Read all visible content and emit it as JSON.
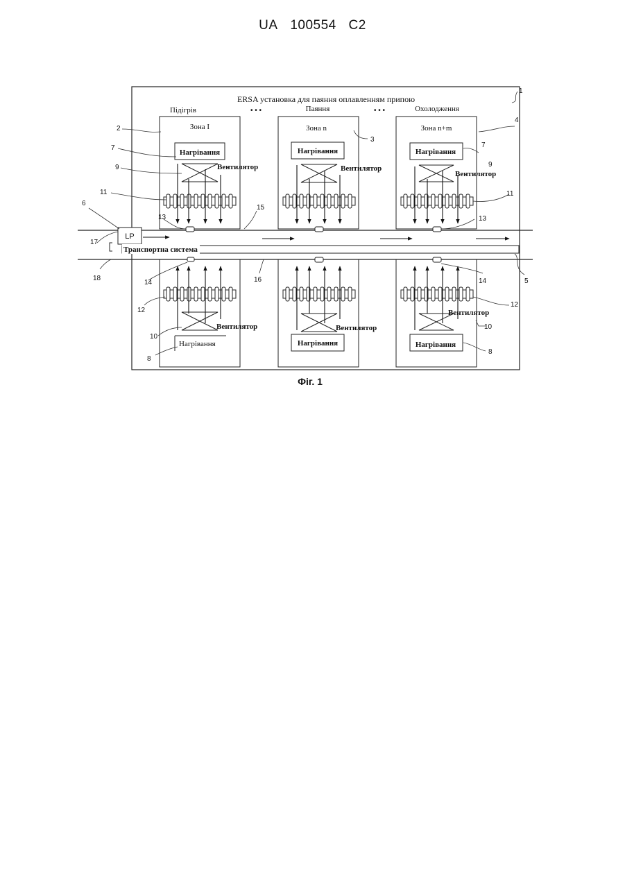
{
  "header": {
    "country": "UA",
    "number": "100554",
    "kind": "C2"
  },
  "figure": {
    "title": "ERSA установка для паяння оплавленням припою",
    "caption": "Фіг. 1",
    "stages": {
      "preheat": "Підігрів",
      "soldering": "Паяння",
      "cooling": "Охолодження"
    },
    "ellipsis": "• • •",
    "zones": {
      "first": "Зона I",
      "middle": "Зона n",
      "last": "Зона n+m"
    },
    "heating_label": "Нагрівання",
    "fan_label": "Вентилятор",
    "lp_label": "LP",
    "transport_label": "Транспортна система",
    "refs": {
      "r1": "1",
      "r2": "2",
      "r3": "3",
      "r4": "4",
      "r5": "5",
      "r6": "6",
      "r7": "7",
      "r8": "8",
      "r9": "9",
      "r10": "10",
      "r11": "11",
      "r12": "12",
      "r13": "13",
      "r14": "14",
      "r15": "15",
      "r16": "16",
      "r17": "17",
      "r18": "18"
    }
  }
}
